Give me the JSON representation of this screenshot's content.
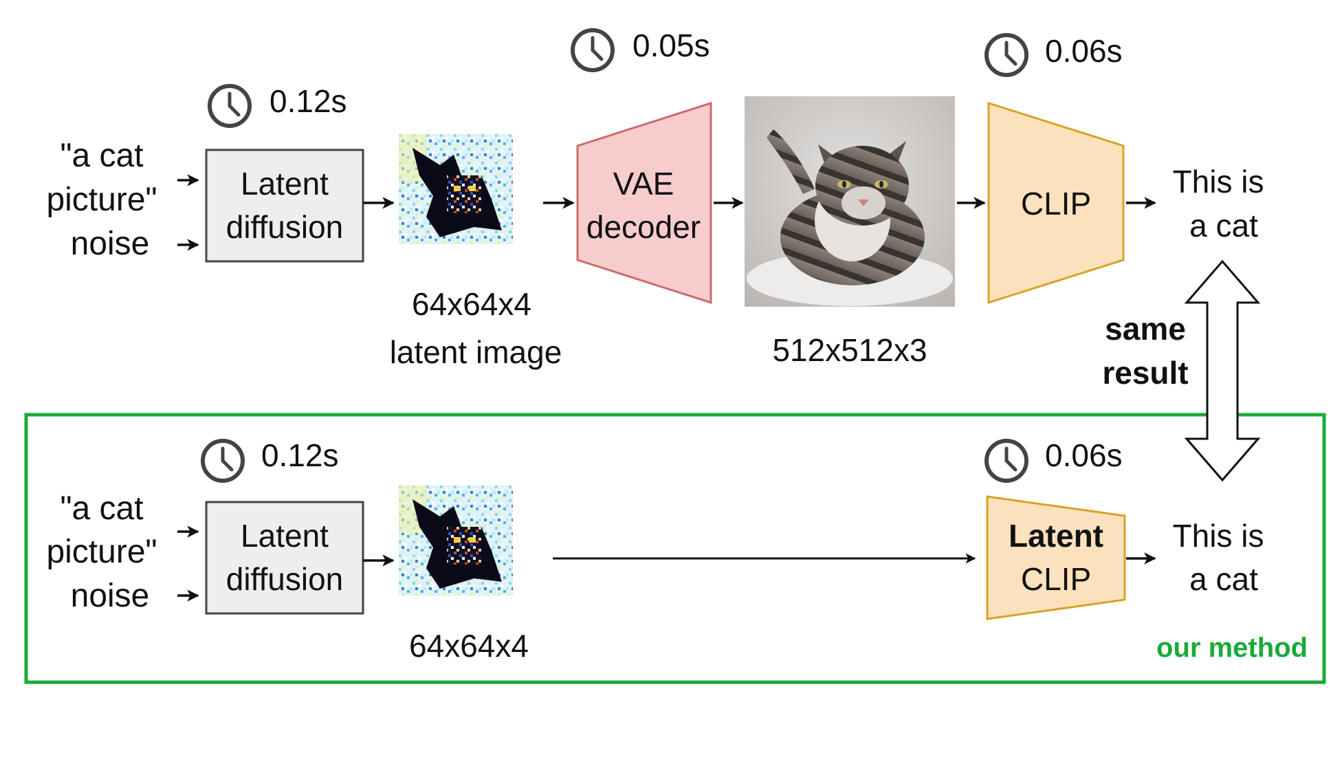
{
  "colors": {
    "green": "#1aaa3a",
    "vae_fill": "#f6cccc",
    "vae_stroke": "#cc6a6a",
    "clip_fill": "#fce1bd",
    "clip_stroke": "#d9a225",
    "box_fill": "#eeeeee",
    "box_stroke": "#444444",
    "clock": "#444444"
  },
  "top": {
    "prompt_line1": "\"a cat",
    "prompt_line2": "picture\"",
    "noise_label": "noise",
    "diffusion_time": "0.12s",
    "diffusion_line1": "Latent",
    "diffusion_line2": "diffusion",
    "latent_size": "64x64x4",
    "latent_caption": "latent image",
    "vae_time": "0.05s",
    "vae_line1": "VAE",
    "vae_line2": "decoder",
    "image_size": "512x512x3",
    "clip_time": "0.06s",
    "clip_label": "CLIP",
    "result_line1": "This is",
    "result_line2": "a cat"
  },
  "middle": {
    "same_line1": "same",
    "same_line2": "result"
  },
  "bottom": {
    "prompt_line1": "\"a cat",
    "prompt_line2": "picture\"",
    "noise_label": "noise",
    "diffusion_time": "0.12s",
    "diffusion_line1": "Latent",
    "diffusion_line2": "diffusion",
    "latent_size": "64x64x4",
    "clip_time": "0.06s",
    "clip_line1": "Latent",
    "clip_line2": "CLIP",
    "result_line1": "This is",
    "result_line2": "a cat",
    "method_label": "our method"
  }
}
